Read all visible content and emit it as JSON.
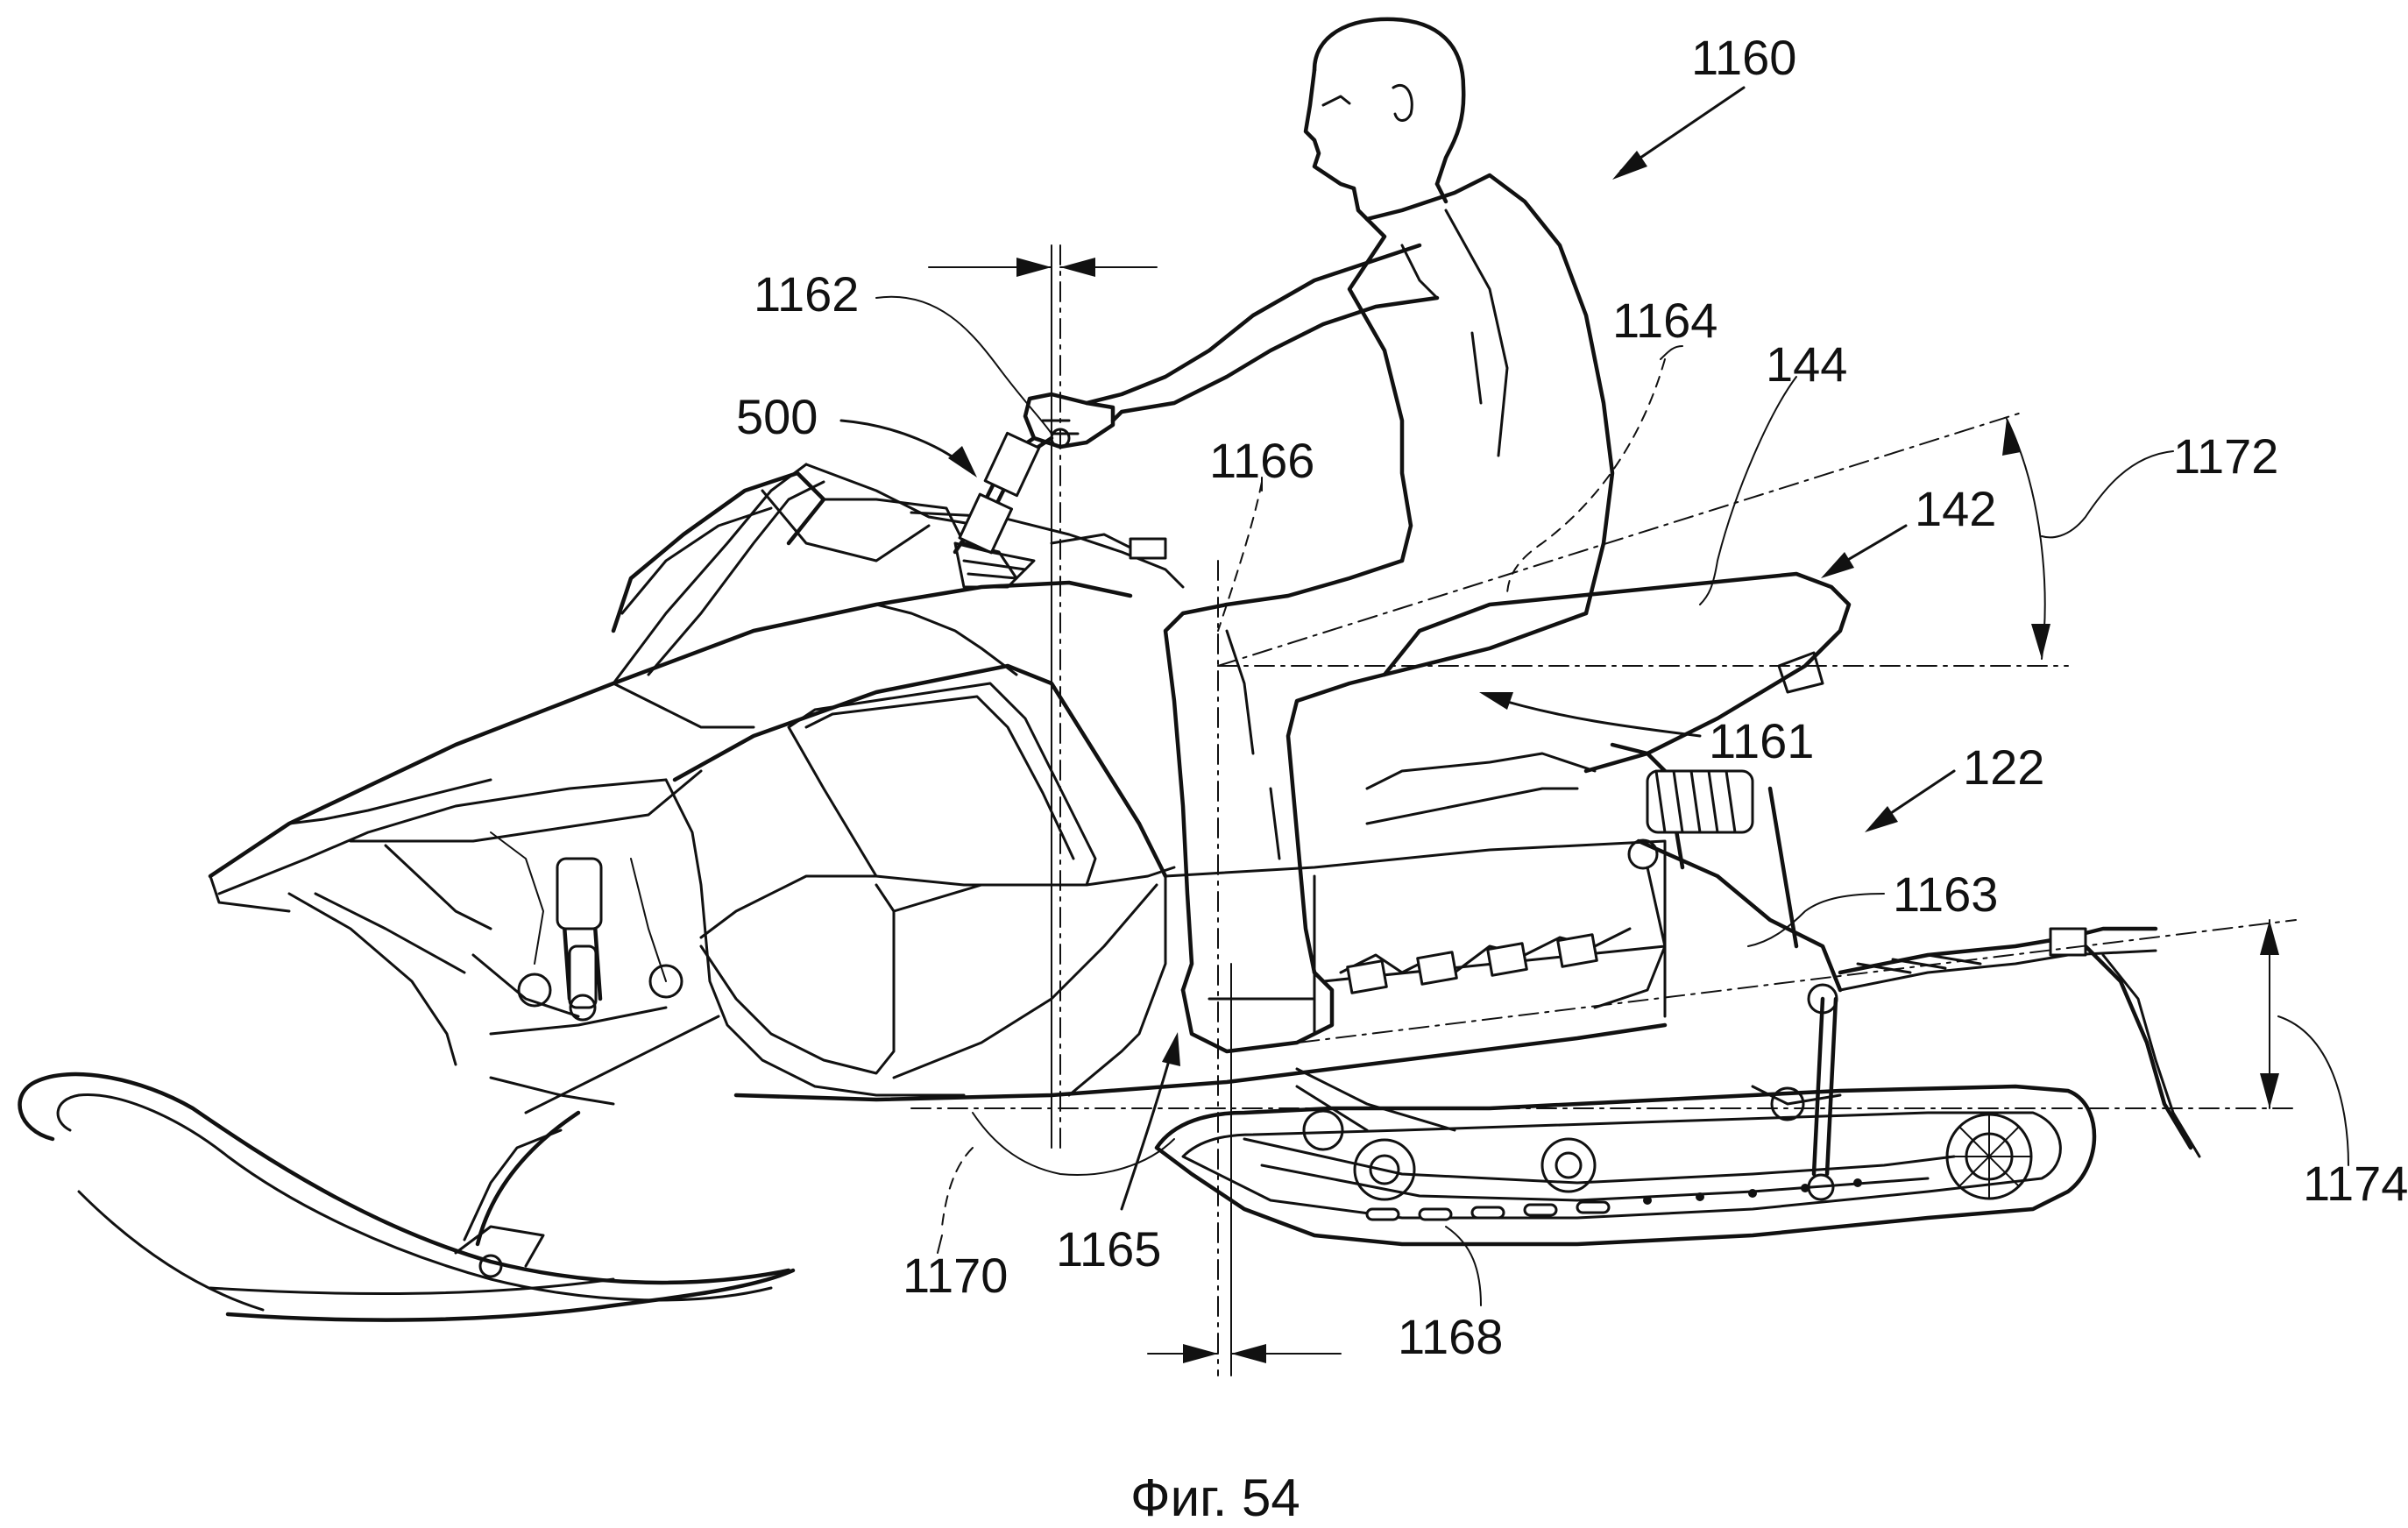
{
  "figure": {
    "caption": "Фиг. 54",
    "references": {
      "r1160": "1160",
      "r1162": "1162",
      "r1164": "1164",
      "r144": "144",
      "r500": "500",
      "r1166": "1166",
      "r1172": "1172",
      "r142": "142",
      "r1161": "1161",
      "r122": "122",
      "r1163": "1163",
      "r1174": "1174",
      "r1170": "1170",
      "r1165": "1165",
      "r1168": "1168"
    }
  }
}
